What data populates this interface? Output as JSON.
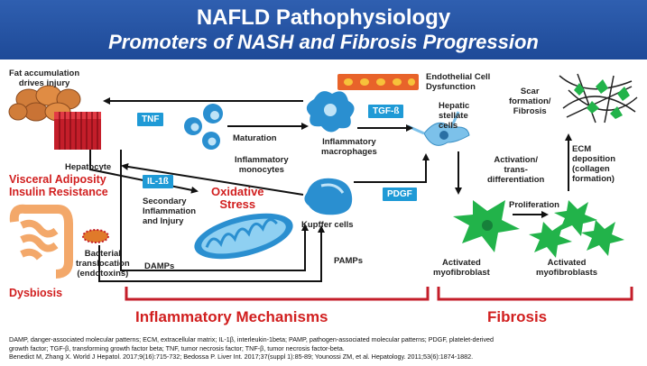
{
  "title": "NAFLD Pathophysiology",
  "subtitle": "Promoters of NASH and Fibrosis Progression",
  "labels": {
    "fat_accumulation": "Fat accumulation\ndrives injury",
    "hepatocyte": "Hepatocyte",
    "maturation": "Maturation",
    "inflammatory_monocytes": "Inflammatory\nmonocytes",
    "inflammatory_macrophages": "Inflammatory\nmacrophages",
    "endothelial": "Endothelial Cell\nDysfunction",
    "hepatic_stellate": "Hepatic\nstellate\ncells",
    "scar_formation": "Scar\nformation/\nFibrosis",
    "secondary_inflammation": "Secondary\nInflammation\nand Injury",
    "kupffer": "Kupffer cells",
    "activation": "Activation/\ntrans-\ndifferentiation",
    "ecm_deposition": "ECM\ndeposition\n(collagen\nformation)",
    "proliferation": "Proliferation",
    "activated_myofibroblast": "Activated\nmyofibroblast",
    "activated_myofibroblasts": "Activated\nmyofibroblasts",
    "bacterial_translocation": "Bacterial\ntranslocation\n(endotoxins)",
    "damps": "DAMPs",
    "pamps": "PAMPs"
  },
  "boxes": {
    "tnf": "TNF",
    "tgfb": "TGF-ß",
    "il1b": "IL-1ß",
    "pdgf": "PDGF"
  },
  "red_labels": {
    "visceral_adiposity": "Visceral Adiposity\nInsulin Resistance",
    "oxidative_stress": "Oxidative\nStress",
    "dysbiosis": "Dysbiosis",
    "inflammatory_mechanisms": "Inflammatory Mechanisms",
    "fibrosis": "Fibrosis"
  },
  "footnote": {
    "line1": "DAMP, danger-associated molecular patterns; ECM, extracellular matrix; IL-1β, interleukin-1beta; PAMP, pathogen-associated molecular patterns; PDGF, platelet-derived",
    "line2": "growth factor; TGF-β, transforming growth factor beta; TNF, tumor necrosis factor; TNF-β, tumor necrosis factor-beta.",
    "line3": "Benedict M, Zhang X. World J Hepatol. 2017;9(16):715-732; Bedossa P. Liver Int. 2017;37(suppl 1):85-89; Younossi ZM, et al. Hepatology. 2011;53(6):1874-1882."
  },
  "colors": {
    "header": "#2154a5",
    "accent_red": "#d11f1f",
    "box_blue": "#1f9ad6",
    "myofibroblast_green": "#22b34a",
    "stellate_blue": "#7cc1ea",
    "mitochondria_blue": "#2a8fd0"
  }
}
